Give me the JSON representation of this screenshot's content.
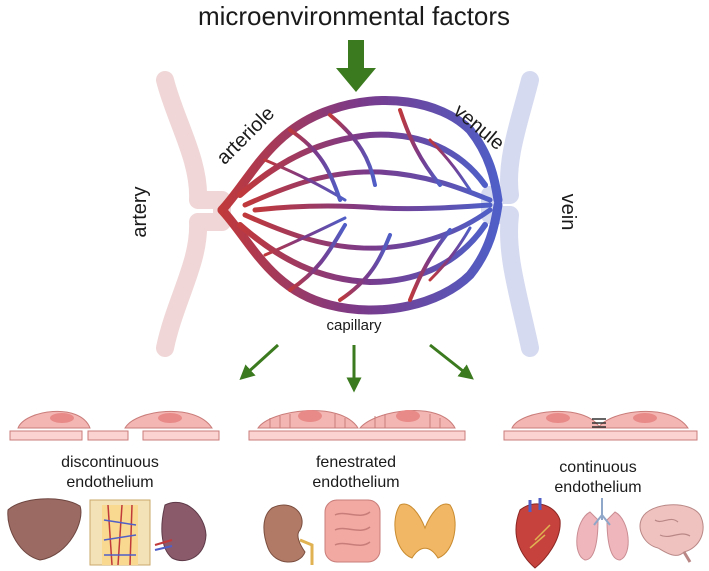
{
  "title": "microenvironmental factors",
  "vessels": {
    "artery": "artery",
    "arteriole": "arteriole",
    "venule": "venule",
    "vein": "vein",
    "capillary": "capillary"
  },
  "endothelium_types": [
    {
      "line1": "discontinuous",
      "line2": "endothelium",
      "organs": [
        "liver",
        "bone-marrow",
        "spleen"
      ]
    },
    {
      "line1": "fenestrated",
      "line2": "endothelium",
      "organs": [
        "kidney",
        "intestine",
        "thyroid"
      ]
    },
    {
      "line1": "continuous",
      "line2": "endothelium",
      "organs": [
        "heart",
        "lungs",
        "brain"
      ]
    }
  ],
  "colors": {
    "arterial_red": "#c0393b",
    "venous_blue": "#4f5fc7",
    "arrow_green": "#3b7a1e",
    "artery_pale": "#f0d6d6",
    "vein_pale": "#d6daf0",
    "cell_fill": "#f4b6b3",
    "nucleus_fill": "#e88a88",
    "membrane_fill": "#fbd3d1"
  }
}
